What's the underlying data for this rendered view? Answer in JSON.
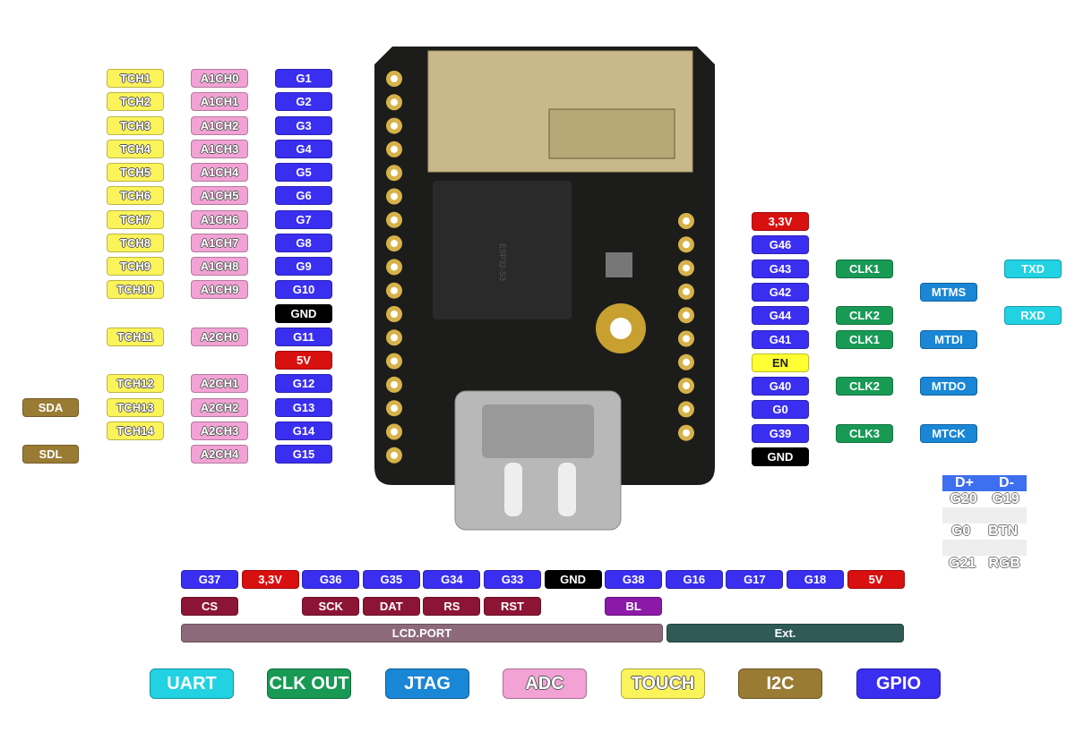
{
  "colors": {
    "gpio": "#3a2ef0",
    "power": "#d81010",
    "gnd": "#000000",
    "touch": "#fbf35a",
    "adc": "#f2a2d4",
    "i2c": "#9a7b34",
    "clk": "#189a55",
    "jtag": "#1a86d6",
    "uart": "#22d2e2",
    "lcd": "#8c1535",
    "bl": "#8c1aa8",
    "lcdport": "#8d6a7a",
    "ext": "#2f5a56",
    "en": "#ffff33"
  },
  "left_rows": [
    {
      "tch": "TCH1",
      "adc": "A1CH0",
      "pin": "G1"
    },
    {
      "tch": "TCH2",
      "adc": "A1CH1",
      "pin": "G2"
    },
    {
      "tch": "TCH3",
      "adc": "A1CH2",
      "pin": "G3"
    },
    {
      "tch": "TCH4",
      "adc": "A1CH3",
      "pin": "G4"
    },
    {
      "tch": "TCH5",
      "adc": "A1CH4",
      "pin": "G5"
    },
    {
      "tch": "TCH6",
      "adc": "A1CH5",
      "pin": "G6"
    },
    {
      "tch": "TCH7",
      "adc": "A1CH6",
      "pin": "G7"
    },
    {
      "tch": "TCH8",
      "adc": "A1CH7",
      "pin": "G8"
    },
    {
      "tch": "TCH9",
      "adc": "A1CH8",
      "pin": "G9"
    },
    {
      "tch": "TCH10",
      "adc": "A1CH9",
      "pin": "G10"
    },
    {
      "pin": "GND",
      "kind": "gnd"
    },
    {
      "tch": "TCH11",
      "adc": "A2CH0",
      "pin": "G11"
    },
    {
      "pin": "5V",
      "kind": "power"
    },
    {
      "tch": "TCH12",
      "adc": "A2CH1",
      "pin": "G12"
    },
    {
      "i2c": "SDA",
      "tch": "TCH13",
      "adc": "A2CH2",
      "pin": "G13"
    },
    {
      "tch": "TCH14",
      "adc": "A2CH3",
      "pin": "G14"
    },
    {
      "i2c": "SDL",
      "adc": "A2CH4",
      "pin": "G15"
    }
  ],
  "right_rows": [
    {
      "pin": "3,3V",
      "kind": "power"
    },
    {
      "pin": "G46"
    },
    {
      "pin": "G43",
      "clk": "CLK1",
      "uart": "TXD"
    },
    {
      "pin": "G42",
      "jtag": "MTMS"
    },
    {
      "pin": "G44",
      "clk": "CLK2",
      "uart": "RXD"
    },
    {
      "pin": "G41",
      "clk": "CLK1",
      "jtag": "MTDI"
    },
    {
      "pin": "EN",
      "kind": "en"
    },
    {
      "pin": "G40",
      "clk": "CLK2",
      "jtag": "MTDO"
    },
    {
      "pin": "G0"
    },
    {
      "pin": "G39",
      "clk": "CLK3",
      "jtag": "MTCK"
    },
    {
      "pin": "GND",
      "kind": "gnd"
    }
  ],
  "bottom_pins": [
    {
      "pin": "G37",
      "lcd": "CS"
    },
    {
      "pin": "3,3V",
      "kind": "power"
    },
    {
      "pin": "G36",
      "lcd": "SCK"
    },
    {
      "pin": "G35",
      "lcd": "DAT"
    },
    {
      "pin": "G34",
      "lcd": "RS"
    },
    {
      "pin": "G33",
      "lcd": "RST"
    },
    {
      "pin": "GND",
      "kind": "gnd"
    },
    {
      "pin": "G38",
      "lcd": "BL",
      "lcdkind": "bl"
    },
    {
      "pin": "G16"
    },
    {
      "pin": "G17"
    },
    {
      "pin": "G18"
    },
    {
      "pin": "5V",
      "kind": "power"
    }
  ],
  "bars": {
    "lcd_port": "LCD.PORT",
    "ext": "Ext."
  },
  "usb_table": {
    "header": [
      "D+",
      "D-"
    ],
    "rows": [
      [
        "G20",
        "G19"
      ],
      [
        "G0",
        "BTN"
      ],
      [
        "G21",
        "RGB"
      ]
    ]
  },
  "legend": [
    {
      "label": "UART",
      "kind": "uart"
    },
    {
      "label": "CLK OUT",
      "kind": "clk"
    },
    {
      "label": "JTAG",
      "kind": "jtag"
    },
    {
      "label": "ADC",
      "kind": "adc"
    },
    {
      "label": "TOUCH",
      "kind": "touch"
    },
    {
      "label": "I2C",
      "kind": "i2c"
    },
    {
      "label": "GPIO",
      "kind": "gpio"
    }
  ]
}
